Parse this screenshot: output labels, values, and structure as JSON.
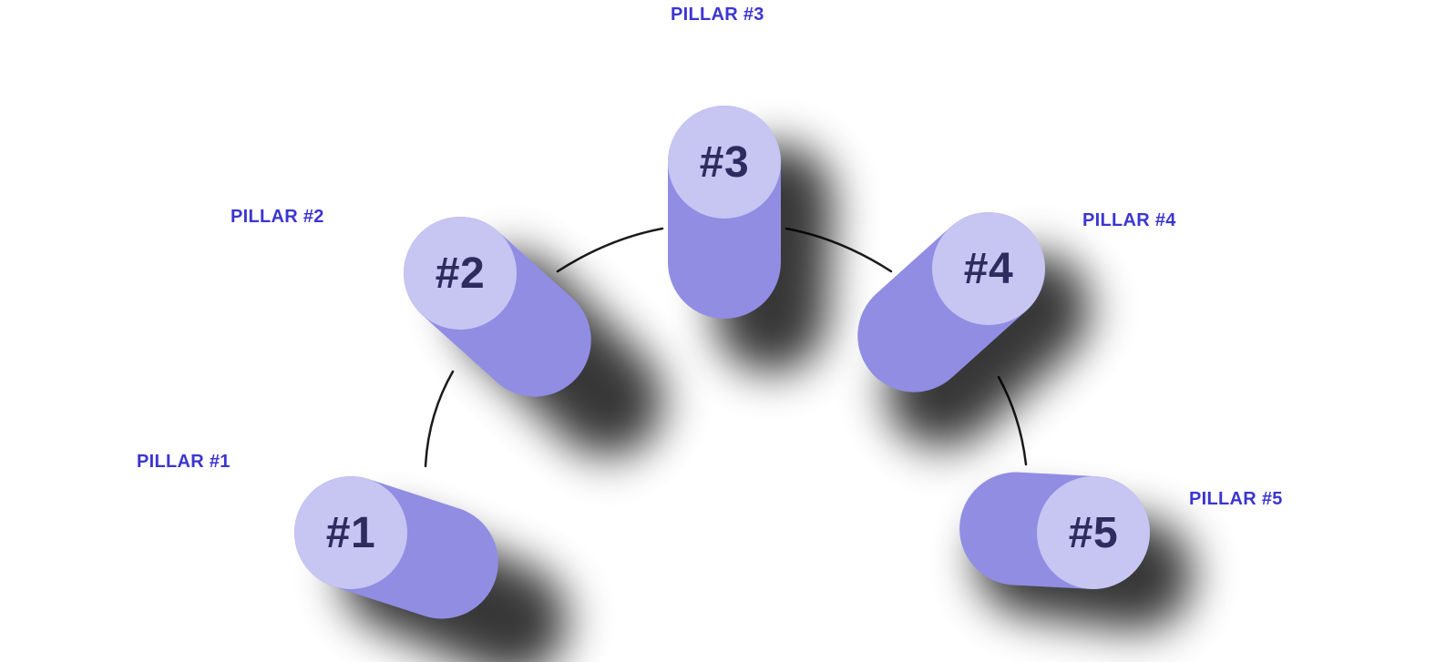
{
  "diagram": {
    "pillars": [
      {
        "id": 1,
        "label": "PILLAR #1",
        "number": "#1"
      },
      {
        "id": 2,
        "label": "PILLAR #2",
        "number": "#2"
      },
      {
        "id": 3,
        "label": "PILLAR #3",
        "number": "#3"
      },
      {
        "id": 4,
        "label": "PILLAR #4",
        "number": "#4"
      },
      {
        "id": 5,
        "label": "PILLAR #5",
        "number": "#5"
      }
    ],
    "colors": {
      "background": "#ffffff",
      "face_fill": "#c7c5f2",
      "body_fill": "#918de3",
      "number_text": "#2e2b5f",
      "label_text": "#3b35d1",
      "connector_line": "#1b1b1b"
    }
  }
}
